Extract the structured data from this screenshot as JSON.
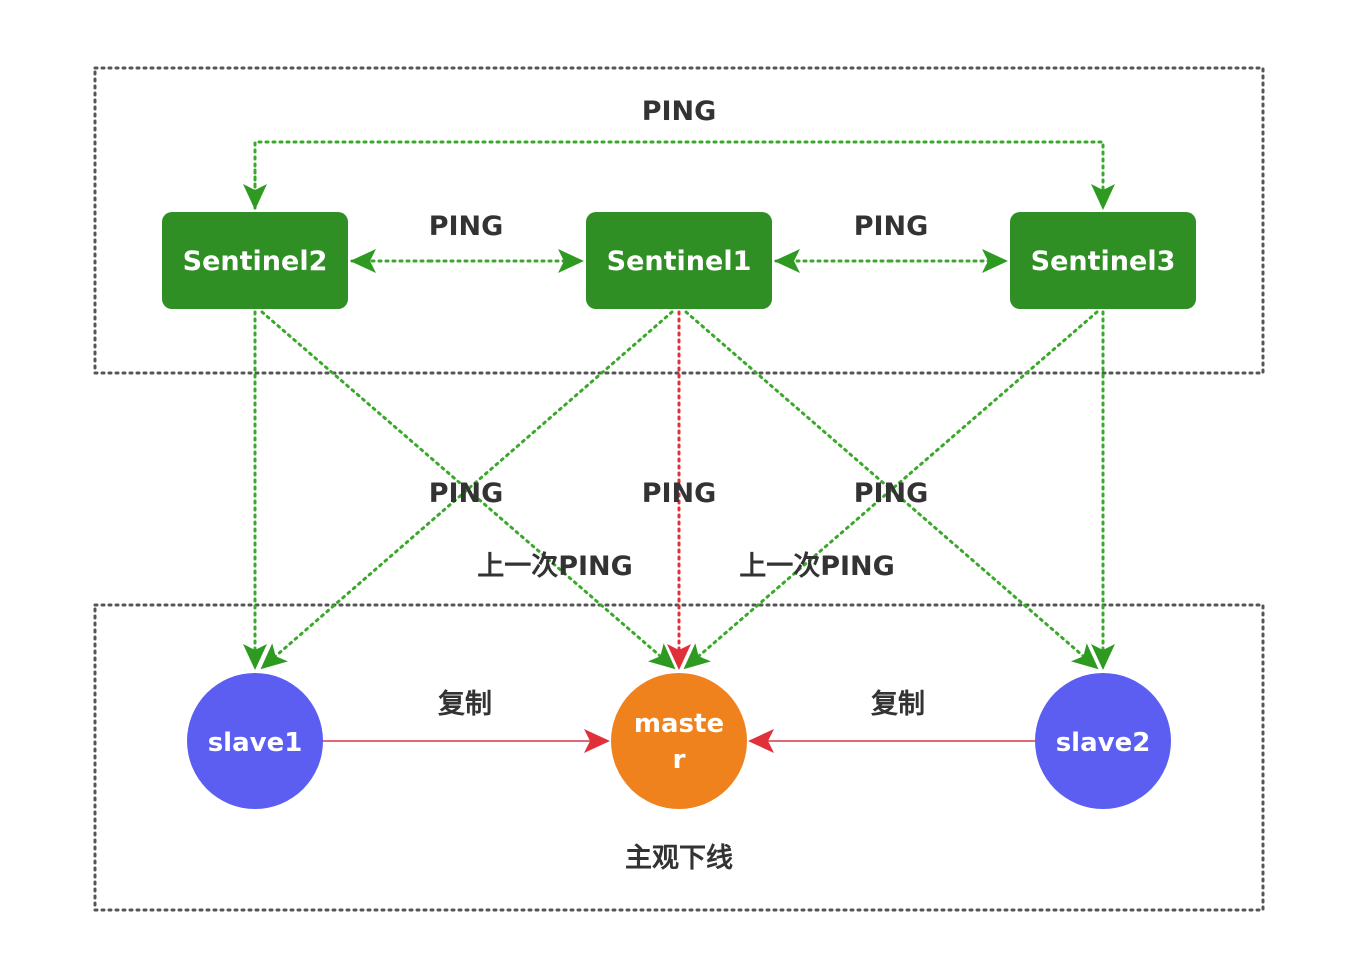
{
  "sentinels": {
    "s2": "Sentinel2",
    "s1": "Sentinel1",
    "s3": "Sentinel3"
  },
  "nodes": {
    "slave1": "slave1",
    "master_line1": "maste",
    "master_line2": "r",
    "slave2": "slave2"
  },
  "labels": {
    "ping_top": "PING",
    "ping_left": "PING",
    "ping_right": "PING",
    "ping_mid_left": "PING",
    "ping_mid_center": "PING",
    "ping_mid_right": "PING",
    "last_ping_left": "上一次PING",
    "last_ping_right": "上一次PING",
    "replicate_left": "复制",
    "replicate_right": "复制",
    "subjective_down": "主观下线"
  },
  "colors": {
    "sentinel_fill": "#2f8f24",
    "ping_line": "#3aa82a",
    "slave_fill": "#5b5ef0",
    "master_fill": "#f0821e",
    "master_ping_line": "#e0303a",
    "replicate_line": "#e06a78",
    "border_dots": "#555555"
  }
}
